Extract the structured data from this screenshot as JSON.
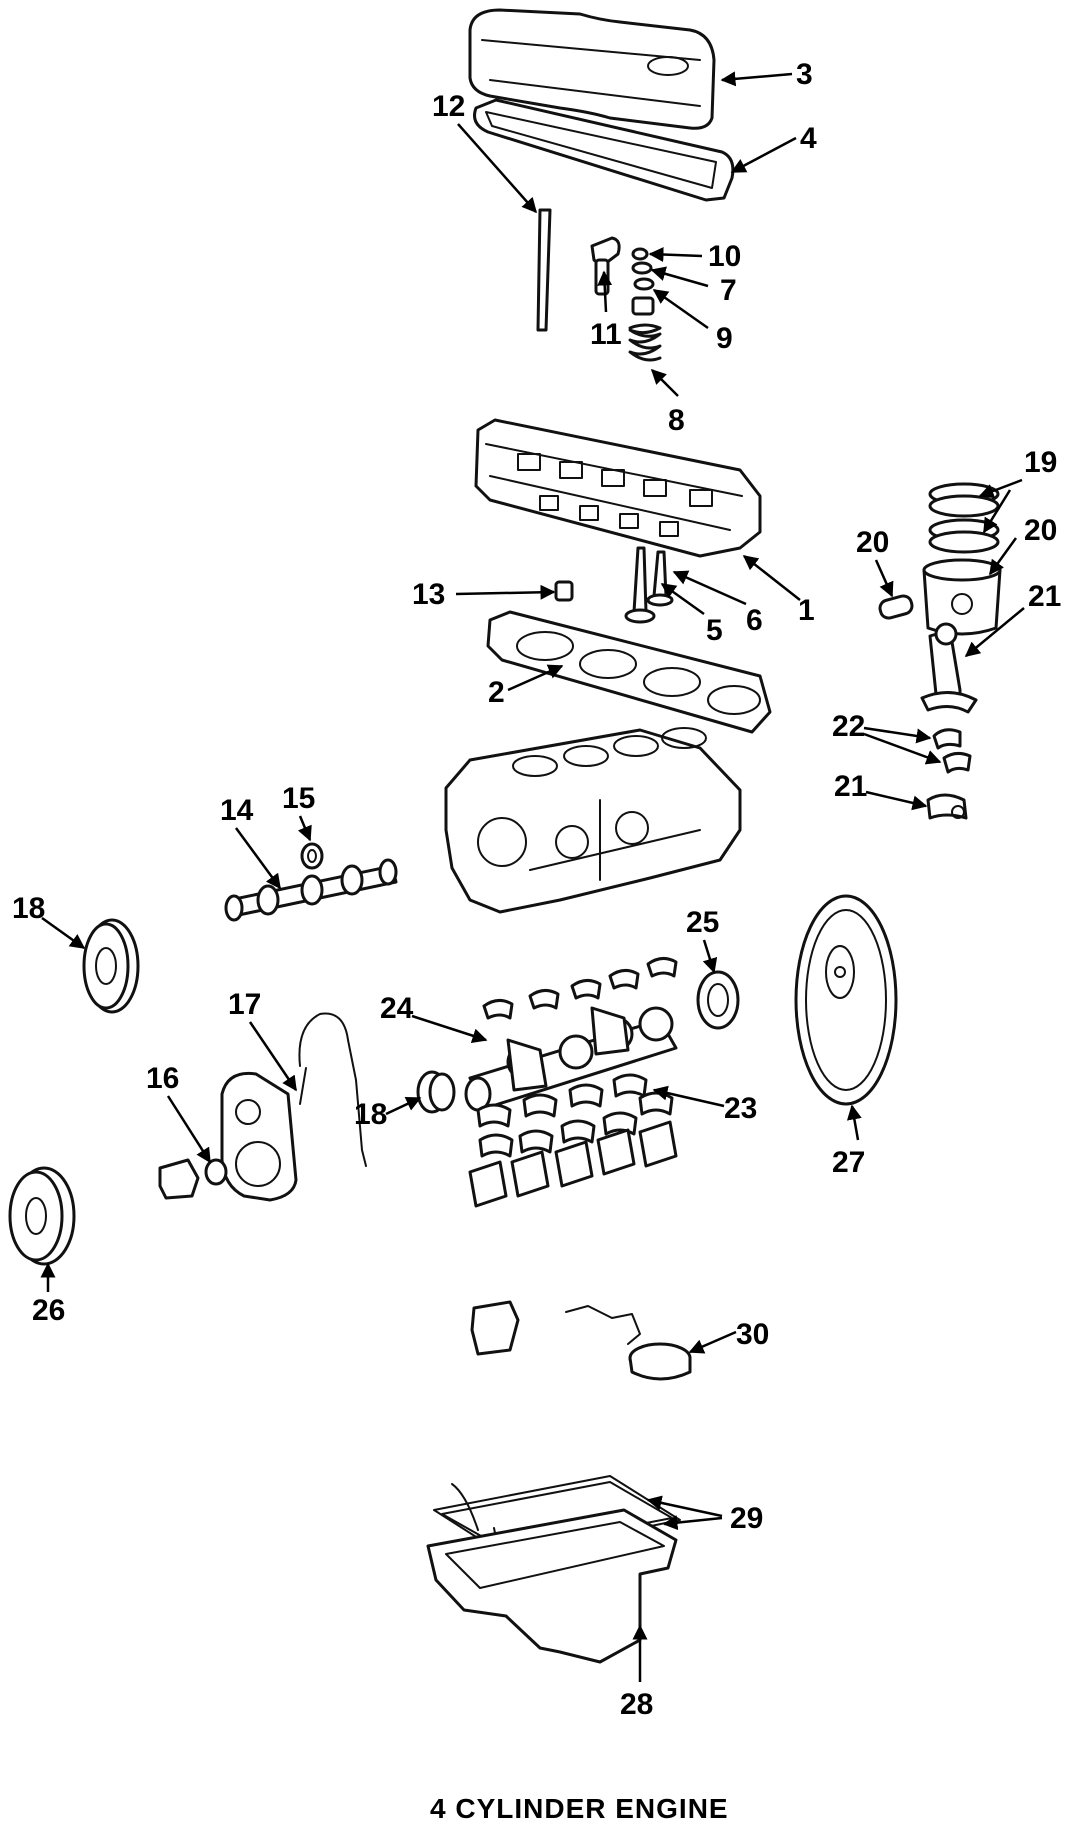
{
  "caption": "4 CYLINDER ENGINE",
  "colors": {
    "line": "#111111",
    "background": "#ffffff"
  },
  "callouts": {
    "c1": "1",
    "c2": "2",
    "c3": "3",
    "c4": "4",
    "c5": "5",
    "c6": "6",
    "c7": "7",
    "c8": "8",
    "c9": "9",
    "c10": "10",
    "c11": "11",
    "c12": "12",
    "c13": "13",
    "c14": "14",
    "c15": "15",
    "c16": "16",
    "c17": "17",
    "c18a": "18",
    "c18b": "18",
    "c19": "19",
    "c20a": "20",
    "c20b": "20",
    "c21a": "21",
    "c21b": "21",
    "c22": "22",
    "c23": "23",
    "c24": "24",
    "c25": "25",
    "c26": "26",
    "c27": "27",
    "c28": "28",
    "c29": "29",
    "c30": "30"
  }
}
